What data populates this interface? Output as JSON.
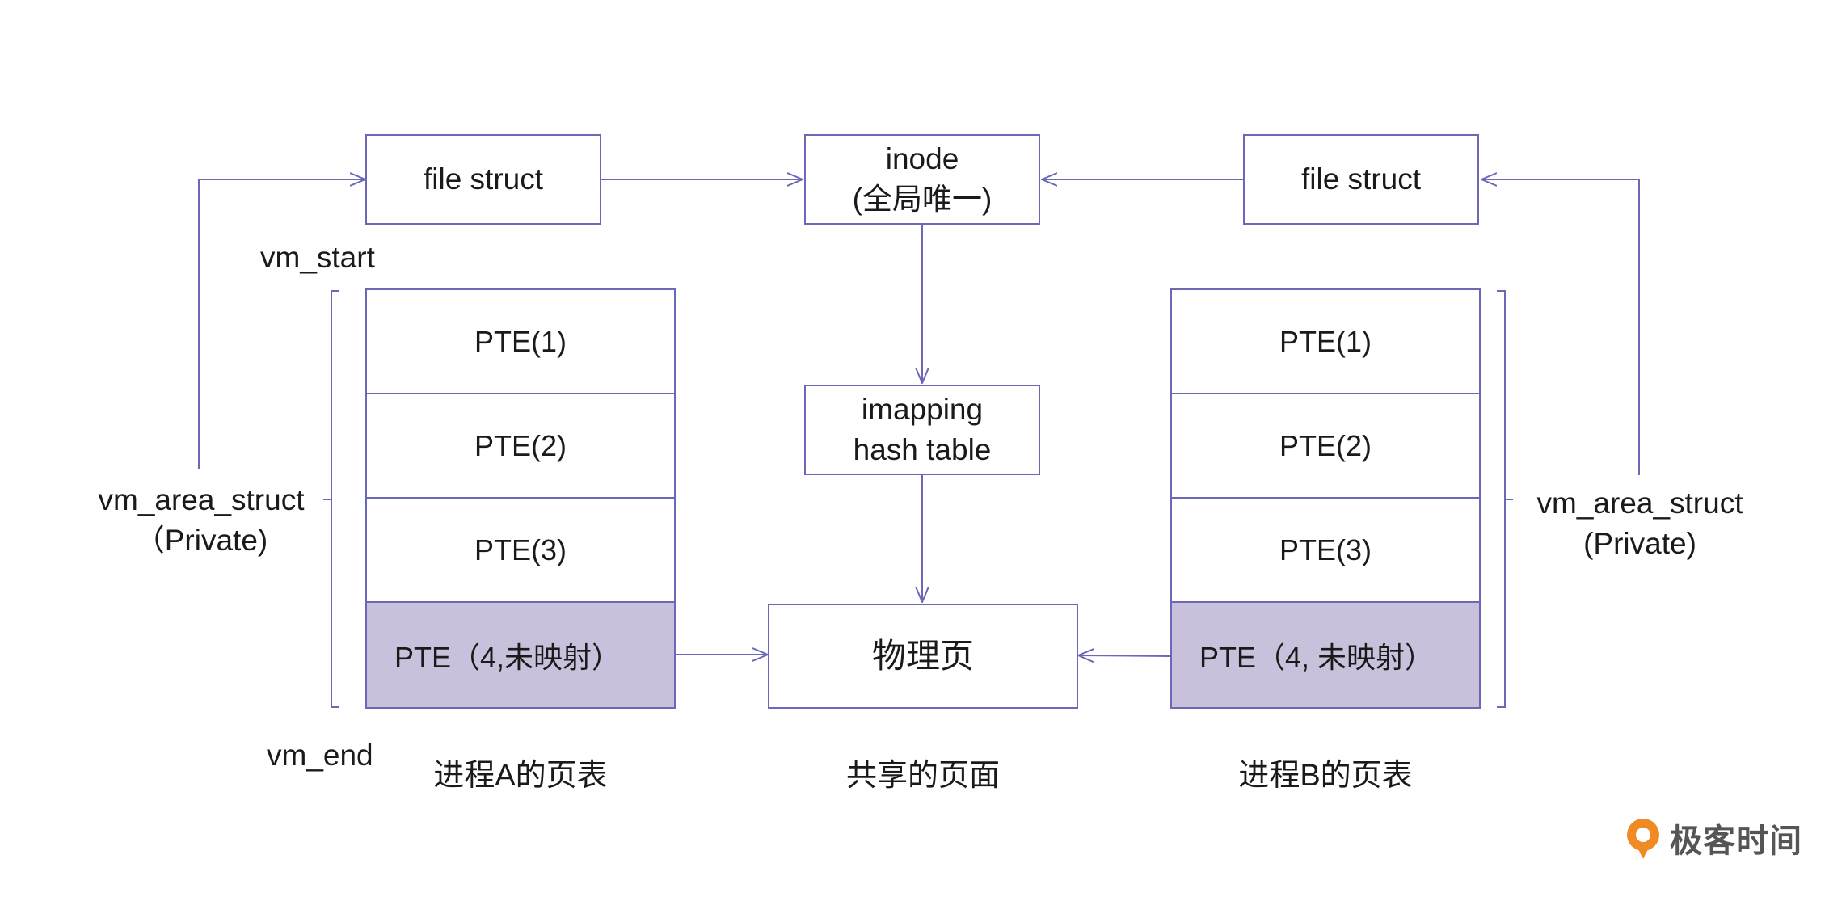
{
  "colors": {
    "border": "#6b68b8",
    "unmapped_fill": "#c9c1dc",
    "logo_accent": "#f08a24"
  },
  "top": {
    "file_struct_left": "file struct",
    "inode": "inode\n(全局唯一)",
    "file_struct_right": "file struct"
  },
  "imapping": "imapping\nhash table",
  "physical_page": "物理页",
  "process_a": {
    "vm_start": "vm_start",
    "vm_end": "vm_end",
    "vm_area": "vm_area_struct\n（Private)",
    "ptes": [
      "PTE(1)",
      "PTE(2)",
      "PTE(3)",
      "PTE（4,未映射）"
    ],
    "caption": "进程A的页表"
  },
  "process_b": {
    "vm_area": "vm_area_struct\n(Private)",
    "ptes": [
      "PTE(1)",
      "PTE(2)",
      "PTE(3)",
      "PTE（4, 未映射）"
    ],
    "caption": "进程B的页表"
  },
  "shared_caption": "共享的页面",
  "logo": {
    "text": "极客时间",
    "icon": "geektime-logo-icon"
  }
}
